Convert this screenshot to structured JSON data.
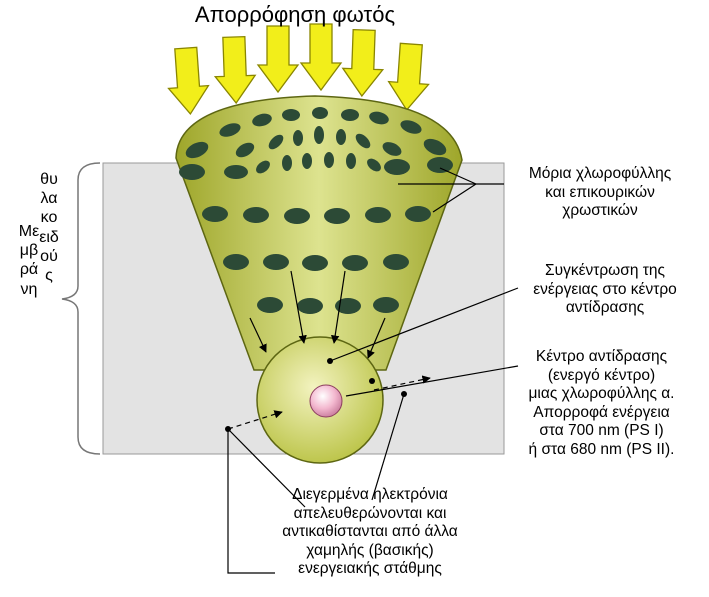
{
  "title": "Απορρόφηση φωτός",
  "labels": {
    "chlorophyll_molecules": "Μόρια χλωροφύλλης\nκαι επικουρικών\nχρωστικών",
    "energy_concentration": "Συγκέντρωση της\nενέργειας στο κέντρο\nαντίδρασης",
    "reaction_center": "Κέντρο αντίδρασης\n(ενεργό κέντρο)\nμιας χλωροφύλλης α.\nΑπορροφά ενέργεια\nστα 700 nm (PS I)\nή στα 680 nm (PS  II).",
    "excited_electrons": "Διεγερμένα ηλεκτρόνια\nαπελευθερώνονται και\nαντικαθίστανται από άλλα\nχαμηλής (βασικής)\nενεργειακής στάθμης"
  },
  "membrane_label": {
    "word1": "Μεμβράνη",
    "word2": "θυλακοειδούς"
  },
  "colors": {
    "arrow_fill": "#f2ee1a",
    "arrow_stroke": "#8a8600",
    "cone_fill": "#c2c84a",
    "cone_stroke": "#5d6612",
    "pigment": "#2c4a36",
    "membrane_band": "#e3e3e3",
    "reaction_center": "#f3b8cf"
  }
}
